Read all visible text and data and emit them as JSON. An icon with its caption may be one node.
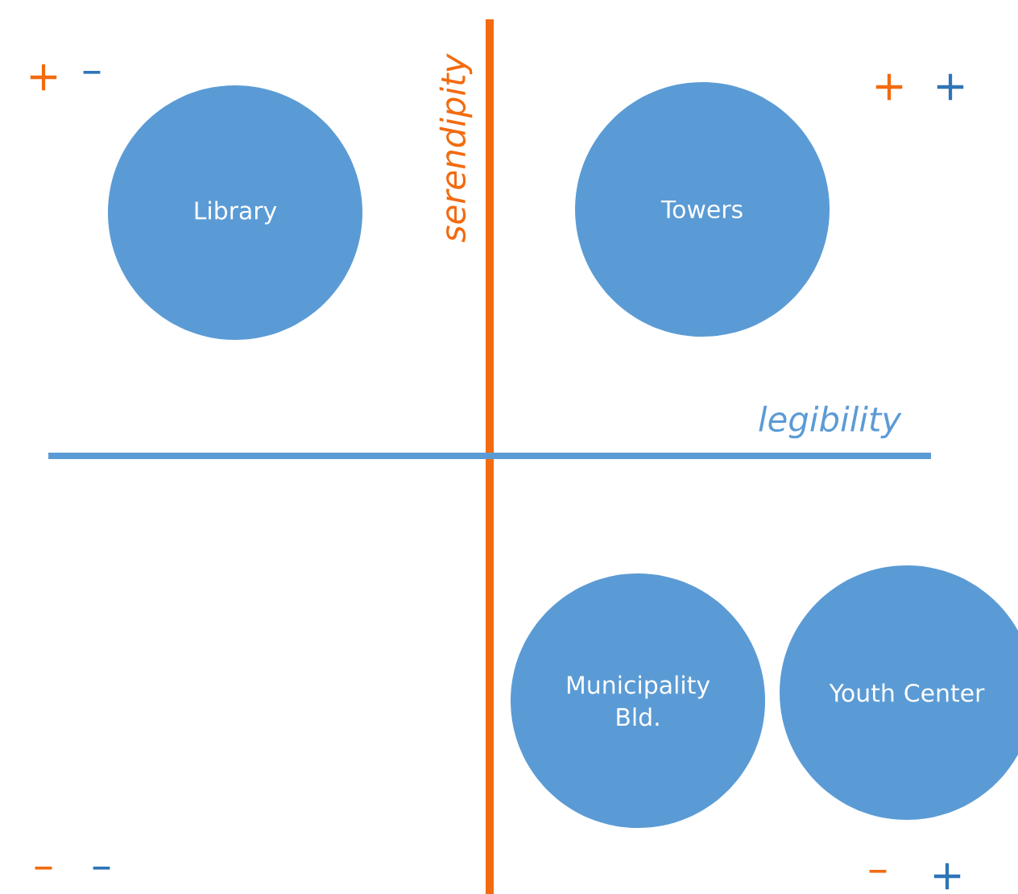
{
  "diagram": {
    "nodes": [
      {
        "text": [
          "Library"
        ]
      },
      {
        "text": [
          "Towers"
        ]
      },
      {
        "text": [
          "Municipality Bld."
        ]
      },
      {
        "text": [
          "Youth Center"
        ]
      }
    ],
    "labels": [
      "serendipity",
      "legibility",
      "+",
      "–",
      "+",
      "+",
      "–",
      "–",
      "–",
      "+"
    ]
  }
}
